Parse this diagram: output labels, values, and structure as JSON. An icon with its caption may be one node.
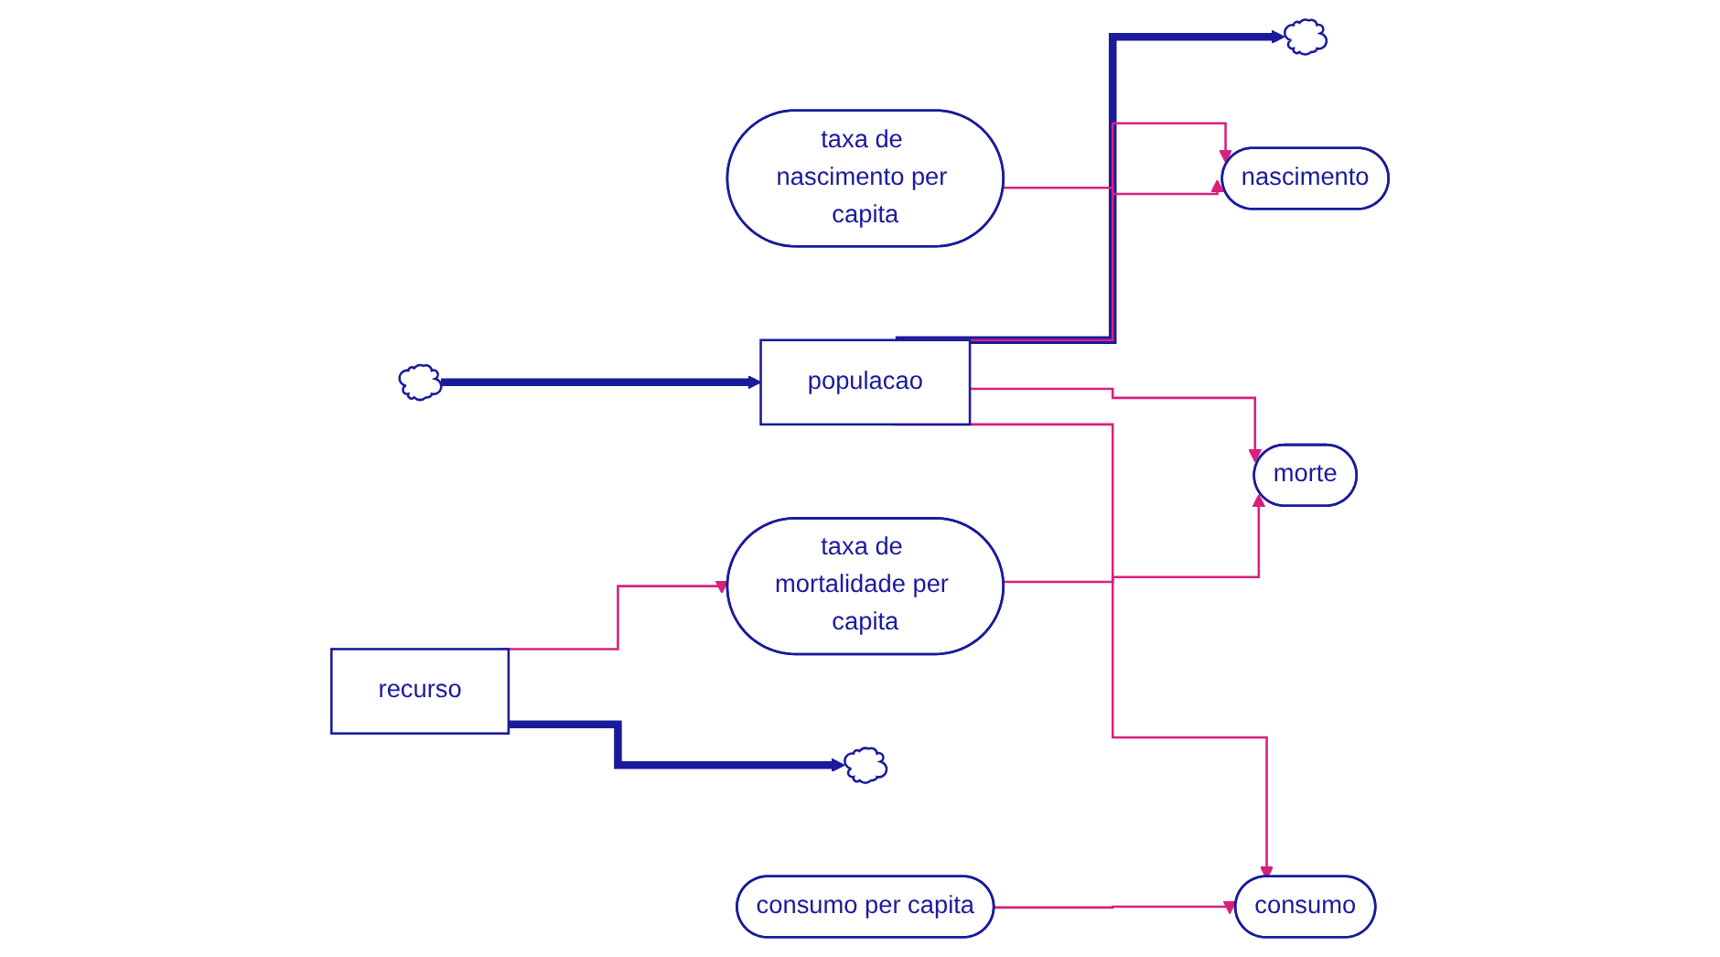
{
  "diagram": {
    "nodes": [
      {
        "text": [],
        "shape": "cloud"
      },
      {
        "text": [
          "populacao"
        ]
      },
      {
        "text": [
          "nascimento"
        ]
      },
      {
        "text": [
          "morte"
        ]
      },
      {
        "text": [],
        "shape": "cloud"
      },
      {
        "text": [
          "taxa de nascimento per capita"
        ]
      },
      {
        "text": [
          "taxa de mortalidade per capita"
        ]
      },
      {
        "text": [
          "recurso"
        ]
      },
      {
        "text": [
          "consumo"
        ]
      },
      {
        "text": [],
        "shape": "cloud"
      },
      {
        "text": [
          "consumo per capita"
        ]
      }
    ],
    "edges": [
      {
        "from": 0,
        "to": 1,
        "arrow": "to",
        "style": "thick",
        "color": "#1a1a9c"
      },
      {
        "from": 1,
        "to": 4,
        "arrow": "to",
        "style": "thick",
        "color": "#1a1a9c"
      },
      {
        "from": 7,
        "to": 9,
        "arrow": "to",
        "style": "thick",
        "color": "#1a1a9c"
      },
      {
        "from": 1,
        "to": 2,
        "arrow": "to"
      },
      {
        "from": 1,
        "to": 3,
        "arrow": "to"
      },
      {
        "from": 1,
        "to": 8,
        "arrow": "to"
      },
      {
        "from": 5,
        "to": 2,
        "arrow": "to"
      },
      {
        "from": 6,
        "to": 3,
        "arrow": "to"
      },
      {
        "from": 7,
        "to": 6,
        "arrow": "to"
      },
      {
        "from": 10,
        "to": 8,
        "arrow": "to"
      }
    ]
  }
}
